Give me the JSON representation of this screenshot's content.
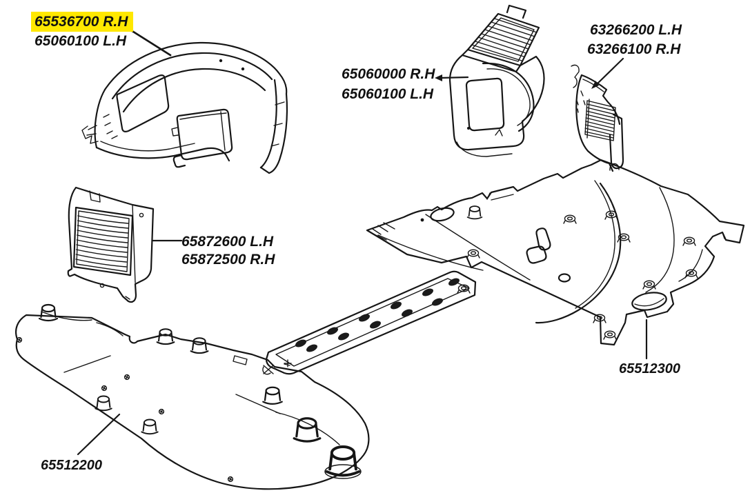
{
  "diagram": {
    "background_color": "#ffffff",
    "ink_color": "#161616",
    "highlight_color": "#ffe800"
  },
  "labels": {
    "front_wheelhouse_liner": {
      "line1": "65536700 R.H",
      "line2": "65060100 L.H",
      "highlighted_line": "line1"
    },
    "rear_wheelhouse_liner": {
      "line1": "65060000 R.H",
      "line2": "65060100 L.H"
    },
    "side_vent_panel": {
      "line1": "63266200 L.H",
      "line2": "63266100 R.H"
    },
    "side_grille_panel": {
      "line1": "65872600 L.H",
      "line2": "65872500 R.H"
    },
    "rear_underbody_panel": {
      "line1": "65512300"
    },
    "front_underbody_panel": {
      "line1": "65512200"
    }
  }
}
